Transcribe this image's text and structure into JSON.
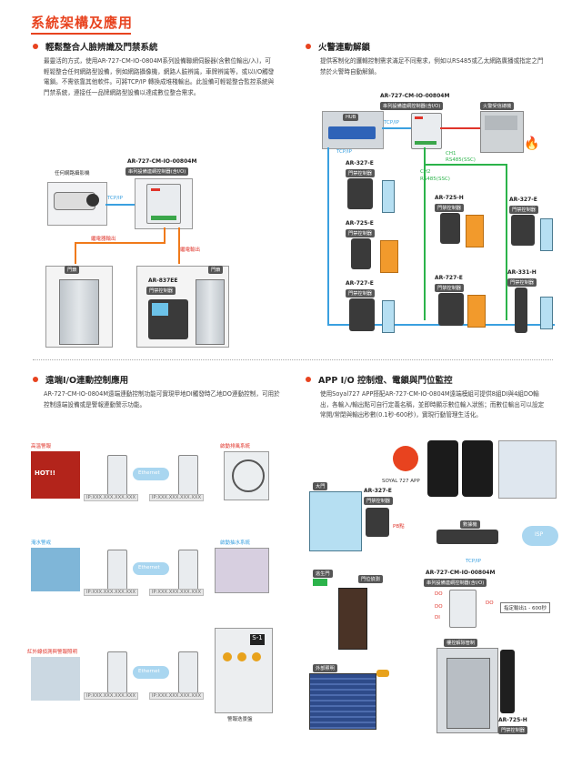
{
  "page_title": "系統架構及應用",
  "sections": {
    "s1": {
      "heading": "輕鬆整合人臉辨識及門禁系統",
      "paragraph": "最靈活的方式，使用AR-727-CM-IO-0804M系列設備聯網伺服器(含數位輸出/入)，可輕鬆整合任何網路型設備，例如網路攝像機，網路人臉辨識，車牌辨識等，或以I/O觸發電鎖。不需依靠其他軟件。可將TCP/IP 轉換成堆棧輸出。此設備可輕鬆整合監控系統與門禁系統，連接任一品牌網路型設備以達成數位整合需求。",
      "device_model": "AR-727-CM-IO-00804M",
      "device_tag": "串列設備連網控制器(含I/O)",
      "camera_label": "任何網路攝影機",
      "tcpip": "TCP/IP",
      "out1": "繼電器輸出",
      "out2": "繼電輸出",
      "door1": "門鎖",
      "door2": "門鎖",
      "reader_model": "AR-837EE",
      "reader_tag": "門禁控制器"
    },
    "s2": {
      "heading": "火警連動解鎖",
      "paragraph": "提供客制化的邏輯控制需求滿足不同需求，例如以RS485或乙太網路廣播或指定之門禁於火警時自動解鎖。",
      "device_model": "AR-727-CM-IO-00804M",
      "device_tag": "串列設備連網控制器(含I/O)",
      "fire_panel": "火警受信總機",
      "hub": "HUB",
      "tcpip1": "TCP/IP",
      "tcpip2": "TCP/IP",
      "ch1": "CH1",
      "ch1_bus": "RS485(SSC)",
      "ch2": "CH2",
      "ch2_bus": "RS485(SSC)",
      "readers": [
        {
          "model": "AR-327-E",
          "tag": "門禁控制器"
        },
        {
          "model": "AR-725-E",
          "tag": "門禁控制器"
        },
        {
          "model": "AR-727-E",
          "tag": "門禁控制器"
        },
        {
          "model": "AR-725-H",
          "tag": "門禁控制器"
        },
        {
          "model": "AR-727-E",
          "tag": "門禁控制器"
        },
        {
          "model": "AR-327-E",
          "tag": "門禁控制器"
        },
        {
          "model": "AR-331-H",
          "tag": "門禁控制器"
        }
      ]
    },
    "s3": {
      "heading": "遠端I/O連動控制應用",
      "paragraph": "AR-727-CM-IO-0804M遠端連動控制功能可實現甲地DI觸發時乙地DO連動控制，可用於控制遠端設備或是警報連動警示功能。",
      "ethernet": "Ethernet",
      "ip": "IP:XXX.XXX.XXX.XXX",
      "rows": [
        {
          "left": "高溫警報",
          "right": "啟動排風系統"
        },
        {
          "left": "淹水警戒",
          "right": "啟動抽水系統"
        },
        {
          "left": "紅外線偵測與警報照明",
          "right": "警報迭景盤"
        }
      ],
      "hot": "HOT!!"
    },
    "s4": {
      "heading": "APP I/O 控制燈、電鎖與門位監控",
      "paragraph": "使用Soyal727 APP搭配AR-727-CM-IO-0804M遠端模組可提供8組DI與4組DO輸出，各輸入/輸出點可自行定義名稱，並即時顯示數位輸入狀態；而數位輸出可以設定常開/常閉與輸出秒數(0.1秒-600秒)，實現行動管理生活化。",
      "app_label": "SOYAL 727 APP",
      "gate": "大門",
      "reader_model": "AR-327-E",
      "reader_tag": "門禁控制器",
      "pb": "PB點",
      "modem": "數據機",
      "isp": "ISP",
      "tcpip": "TCP/IP",
      "device_model": "AR-727-CM-IO-00804M",
      "device_tag": "串列設備連網控制器(含I/O)",
      "exit": "逃生門",
      "door_sensor": "門位偵測",
      "do1": "DO",
      "do2": "DO",
      "do3": "DO",
      "di": "DI",
      "timer": "指定輸出1 - 600秒",
      "light": "外部照明",
      "elevator": "樓控解除管制",
      "elevator_reader": "AR-725-H",
      "elevator_reader_tag": "門禁控制器"
    }
  }
}
